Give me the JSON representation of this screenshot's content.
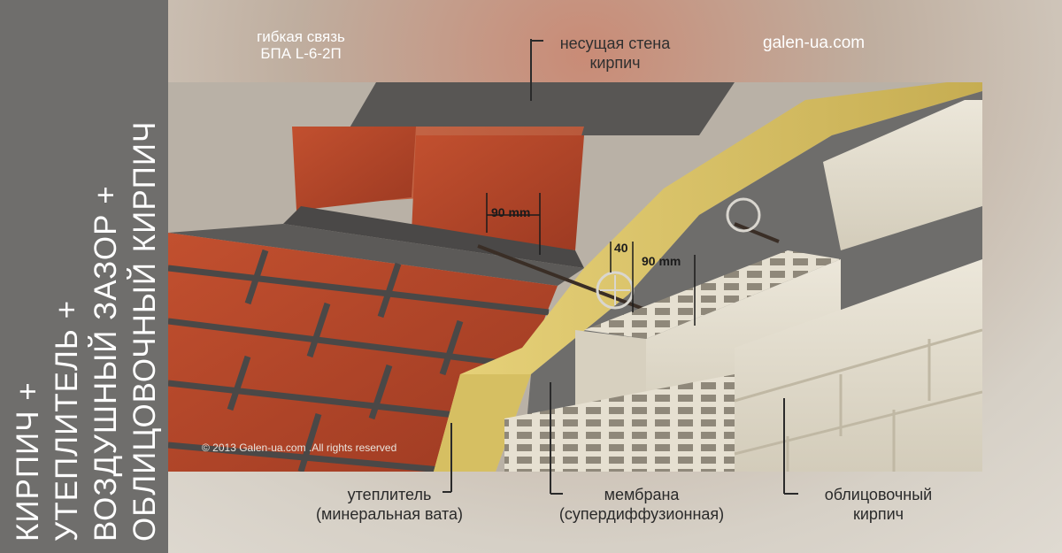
{
  "side_title": {
    "line1": "КИРПИЧ +",
    "line2": "УТЕПЛИТЕЛЬ +",
    "line3": "ВОЗДУШНЫЙ ЗАЗОР +",
    "line4": "ОБЛИЦОВОЧНЫЙ КИРПИЧ"
  },
  "top_caption": {
    "line1": "гибкая связь",
    "line2": "БПА L-6-2П"
  },
  "site": "galen-ua.com",
  "labels": {
    "bearing_wall": {
      "line1": "несущая стена",
      "line2": "кирпич"
    },
    "insulation": {
      "line1": "утеплитель",
      "line2": "(минеральная вата)"
    },
    "membrane": {
      "line1": "мембрана",
      "line2": "(супердиффузионная)"
    },
    "facing_brick": {
      "line1": "облицовочный",
      "line2": "кирпич"
    }
  },
  "dimensions": {
    "d1": "90 mm",
    "d2": "40",
    "d3": "90 mm"
  },
  "copyright": "© 2013 Galen-ua.com .All rights reserved",
  "colors": {
    "brick": "#b7472b",
    "insulation": "#d9c36a",
    "membrane": "#6a6a6a",
    "facing_brick": "#e2dccc",
    "mortar": "#4a4a4a"
  }
}
